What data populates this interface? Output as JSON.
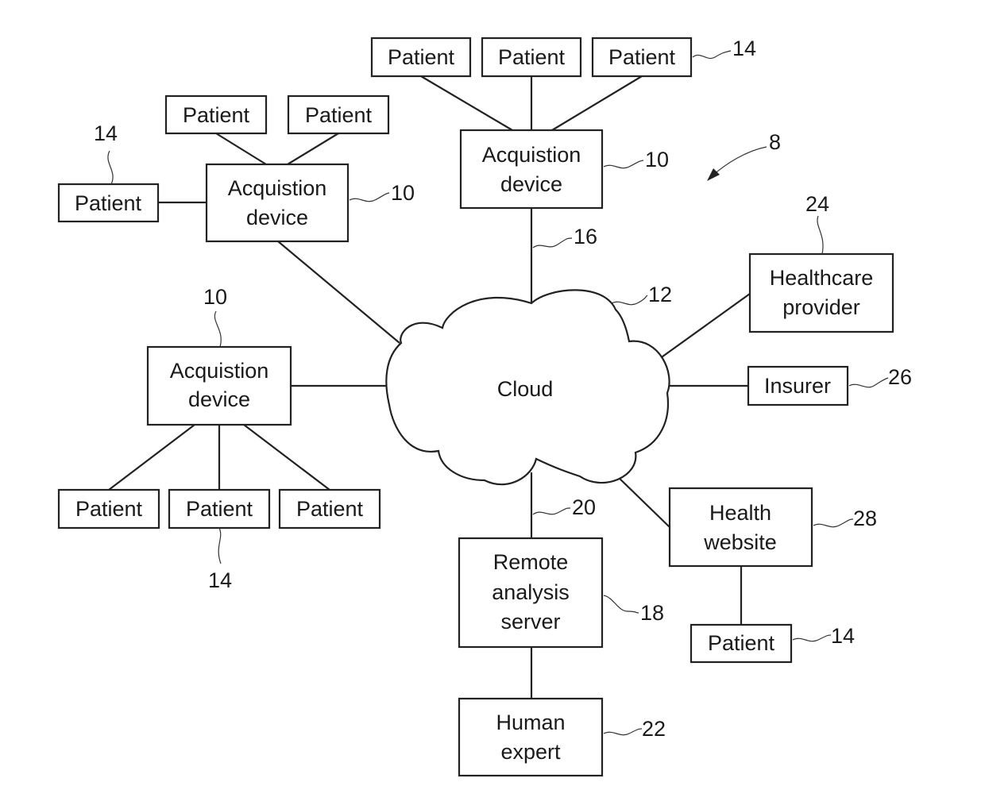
{
  "diagram": {
    "system_ref": "8",
    "cloud": {
      "label": "Cloud",
      "ref": "12"
    },
    "links": {
      "top_device_to_cloud_ref": "16",
      "cloud_to_server_ref": "20"
    },
    "nodes": {
      "acq_top": {
        "lines": [
          "Acquistion",
          "device"
        ],
        "ref": "10"
      },
      "acq_left_upper": {
        "lines": [
          "Acquistion",
          "device"
        ],
        "ref": "10"
      },
      "acq_left_lower": {
        "lines": [
          "Acquistion",
          "device"
        ],
        "ref": "10"
      },
      "healthcare_provider": {
        "lines": [
          "Healthcare",
          "provider"
        ],
        "ref": "24"
      },
      "insurer": {
        "lines": [
          "Insurer"
        ],
        "ref": "26"
      },
      "health_website": {
        "lines": [
          "Health",
          "website"
        ],
        "ref": "28"
      },
      "remote_server": {
        "lines": [
          "Remote",
          "analysis",
          "server"
        ],
        "ref": "18"
      },
      "human_expert": {
        "lines": [
          "Human",
          "expert"
        ],
        "ref": "22"
      }
    },
    "patients": {
      "label": "Patient",
      "ref": "14",
      "top_group": [
        "Patient",
        "Patient",
        "Patient"
      ],
      "left_upper_group": [
        "Patient",
        "Patient",
        "Patient"
      ],
      "left_lower_group": [
        "Patient",
        "Patient",
        "Patient"
      ],
      "website_patient": "Patient"
    }
  }
}
